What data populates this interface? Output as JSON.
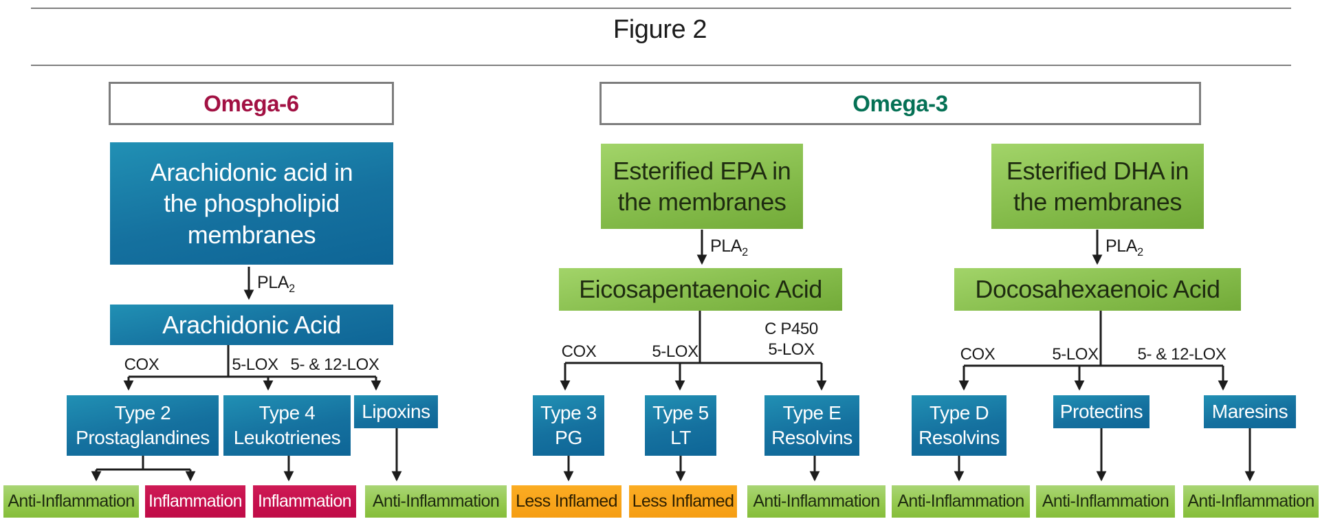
{
  "figure": {
    "title": "Figure 2"
  },
  "shared": {
    "pla2_base": "PLA",
    "pla2_sub": "2"
  },
  "colors": {
    "blue_box": "#15719f",
    "green_membrane": "#84bb4a",
    "green_outcome": "#95c94f",
    "red_outcome": "#c50e4c",
    "orange_outcome": "#f8a41b",
    "omega6_text": "#a21143",
    "omega3_text": "#057155",
    "line": "#1c1c1c"
  },
  "omega6": {
    "header": "Omega-6",
    "membrane_box": {
      "line1": "Arachidonic acid in",
      "line2": "the phospholipid",
      "line3": "membranes"
    },
    "acid_box": "Arachidonic Acid",
    "enzymes": {
      "cox": "COX",
      "lox5": "5-LOX",
      "lox5and12": "5- & 12-LOX"
    },
    "products": {
      "prostaglandines": {
        "line1": "Type 2",
        "line2": "Prostaglandines"
      },
      "leukotrienes": {
        "line1": "Type 4",
        "line2": "Leukotrienes"
      },
      "lipoxins": "Lipoxins"
    },
    "outcomes": [
      "Anti-Inflammation",
      "Inflammation",
      "Inflammation",
      "Anti-Inflammation"
    ]
  },
  "omega3": {
    "header": "Omega-3",
    "epa": {
      "membrane_box": {
        "line1": "Esterified EPA in",
        "line2": "the membranes"
      },
      "acid_box": "Eicosapentaenoic Acid",
      "enzymes": {
        "cox": "COX",
        "lox5": "5-LOX",
        "cp450_line1": "C P450",
        "cp450_line2": "5-LOX"
      },
      "products": {
        "pg": {
          "line1": "Type 3",
          "line2": "PG"
        },
        "lt": {
          "line1": "Type 5",
          "line2": "LT"
        },
        "resolvins": {
          "line1": "Type E",
          "line2": "Resolvins"
        }
      },
      "outcomes": [
        "Less Inflamed",
        "Less Inflamed",
        "Anti-Inflammation"
      ]
    },
    "dha": {
      "membrane_box": {
        "line1": "Esterified DHA in",
        "line2": "the membranes"
      },
      "acid_box": "Docosahexaenoic Acid",
      "enzymes": {
        "cox": "COX",
        "lox5": "5-LOX",
        "lox5and12": "5- & 12-LOX"
      },
      "products": {
        "resolvins": {
          "line1": "Type D",
          "line2": "Resolvins"
        },
        "protectins": "Protectins",
        "maresins": "Maresins"
      },
      "outcomes": [
        "Anti-Inflammation",
        "Anti-Inflammation",
        "Anti-Inflammation"
      ]
    }
  }
}
